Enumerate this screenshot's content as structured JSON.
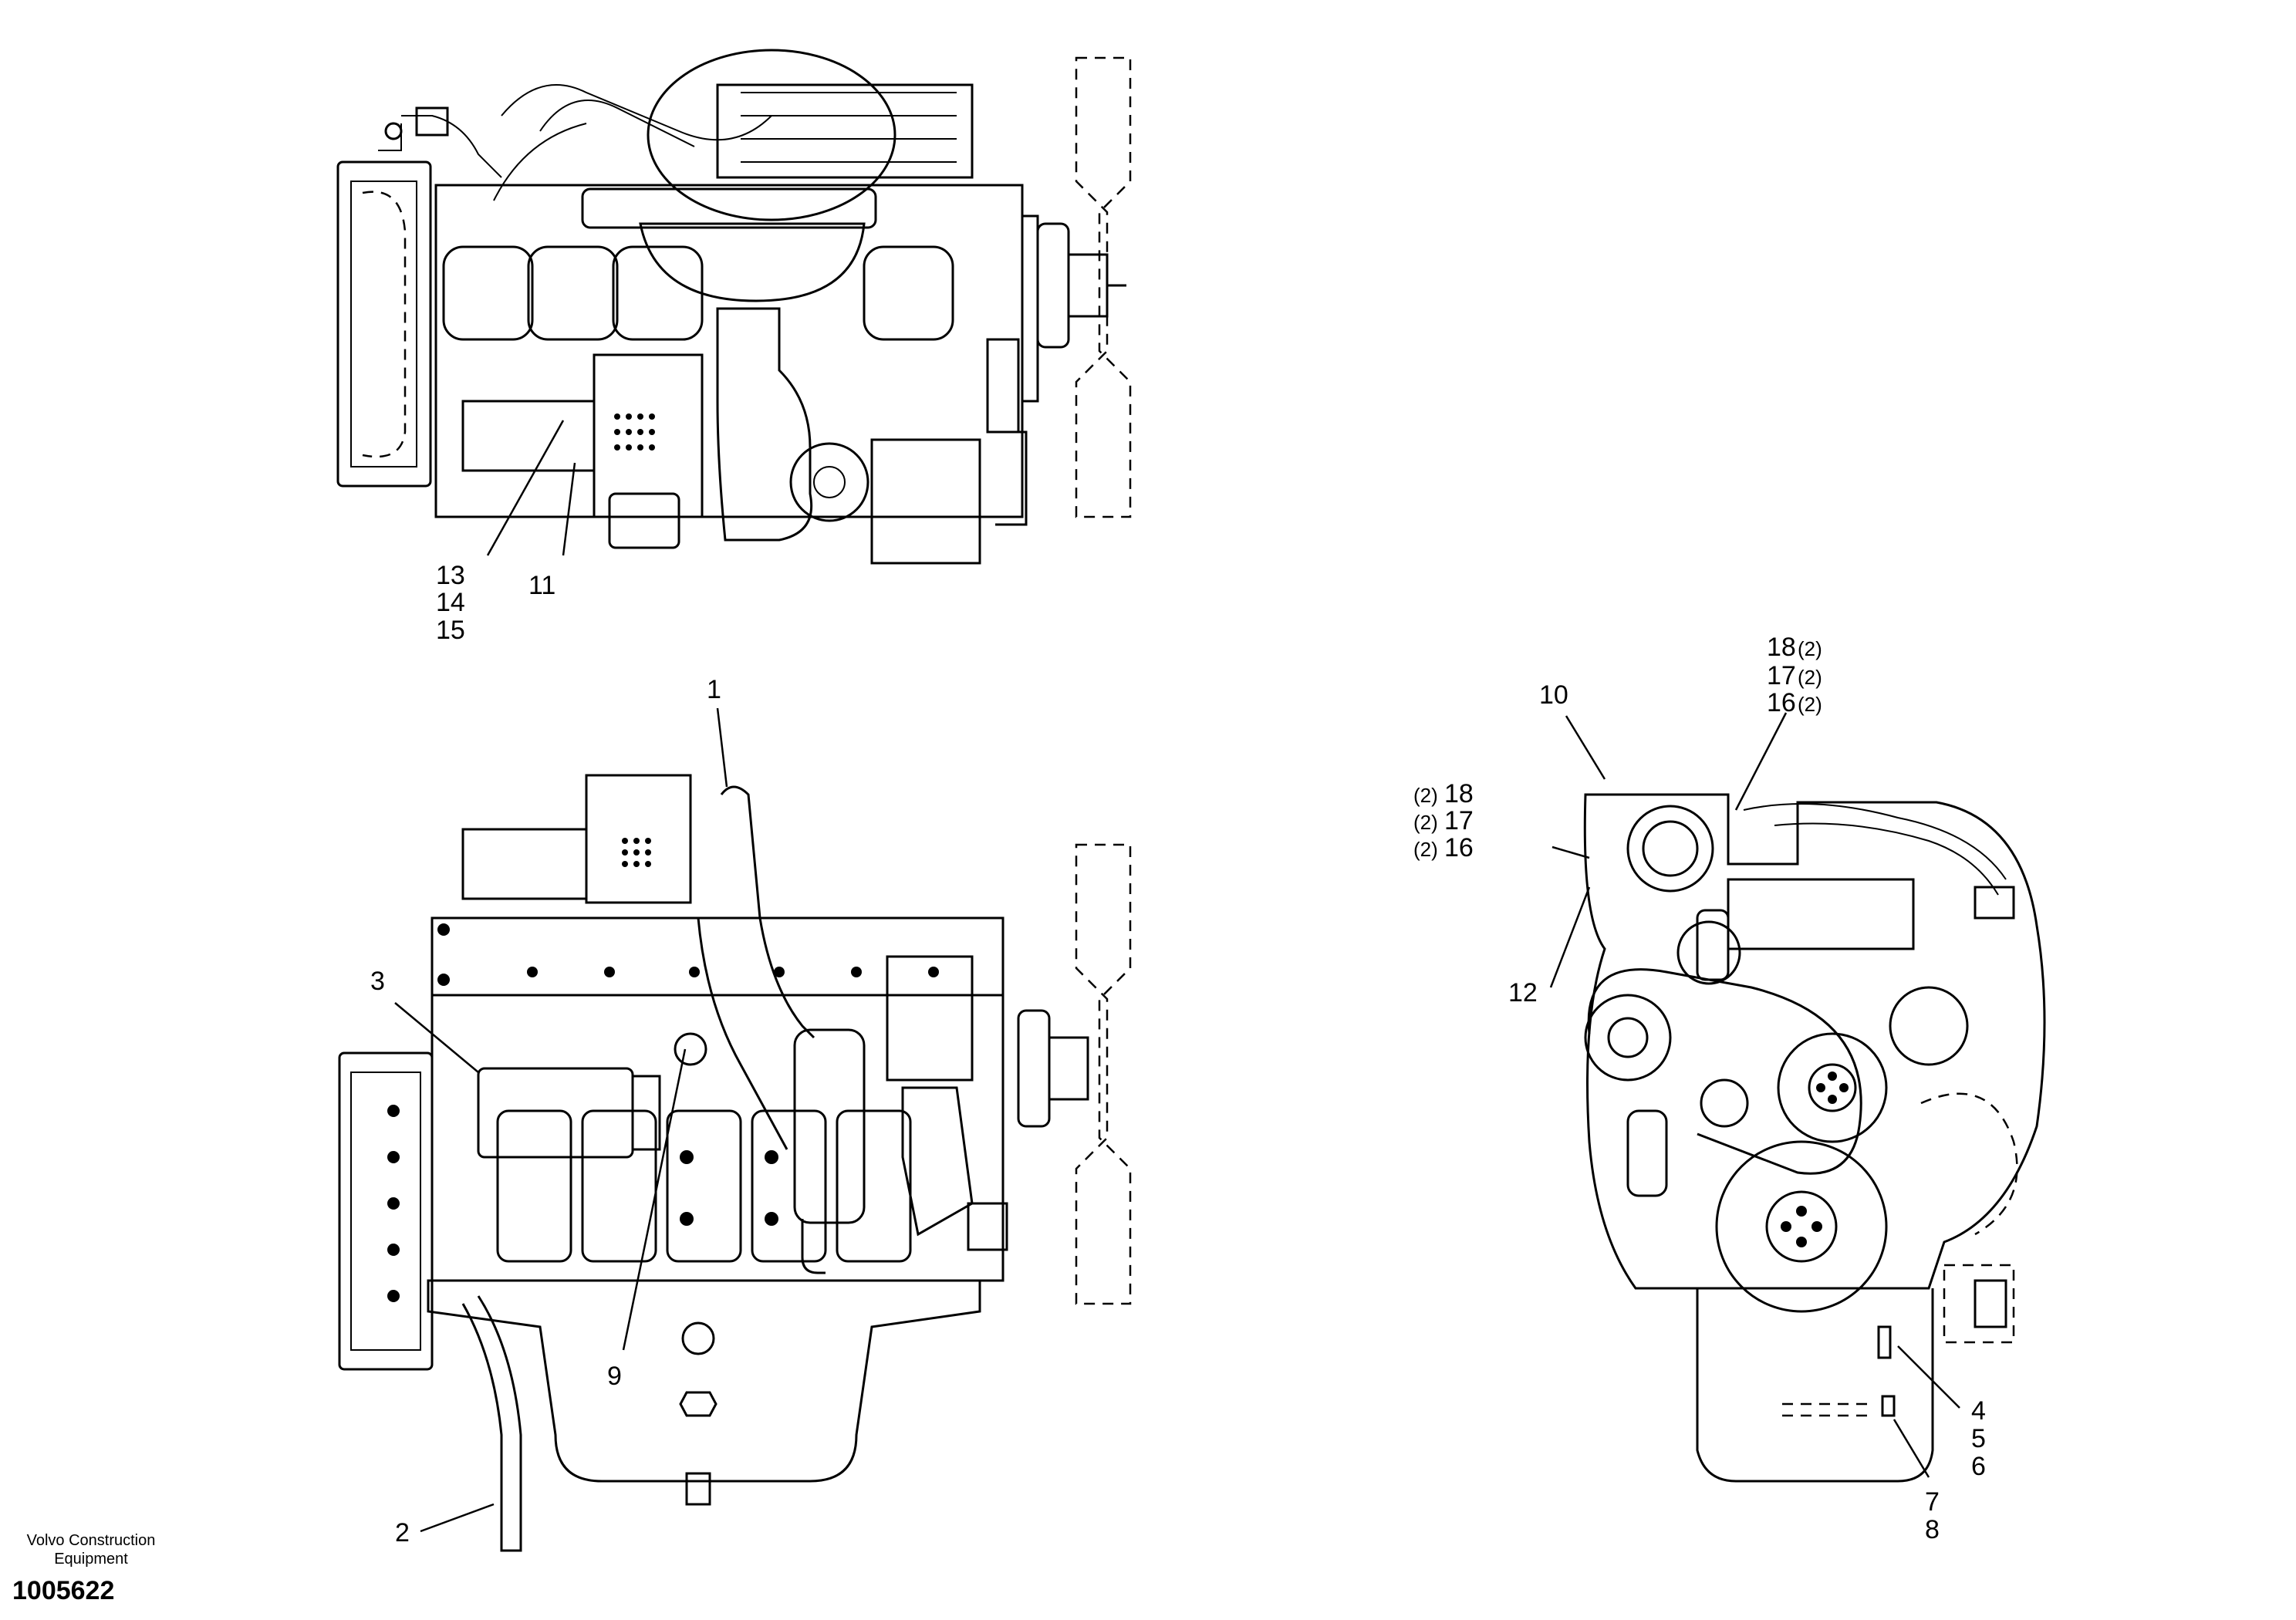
{
  "callouts": {
    "c1": "1",
    "c2": "2",
    "c3": "3",
    "c4": "4",
    "c5": "5",
    "c6": "6",
    "c7": "7",
    "c8": "8",
    "c9": "9",
    "c10": "10",
    "c11": "11",
    "c12": "12",
    "c13": "13",
    "c14": "14",
    "c15": "15",
    "c16r": "16",
    "c17r": "17",
    "c18r": "18",
    "c16l": "16",
    "c17l": "17",
    "c18l": "18",
    "qty": "(2)"
  },
  "footer": {
    "brand_line1": "Volvo Construction",
    "brand_line2": "Equipment",
    "doc_number": "1005622"
  }
}
